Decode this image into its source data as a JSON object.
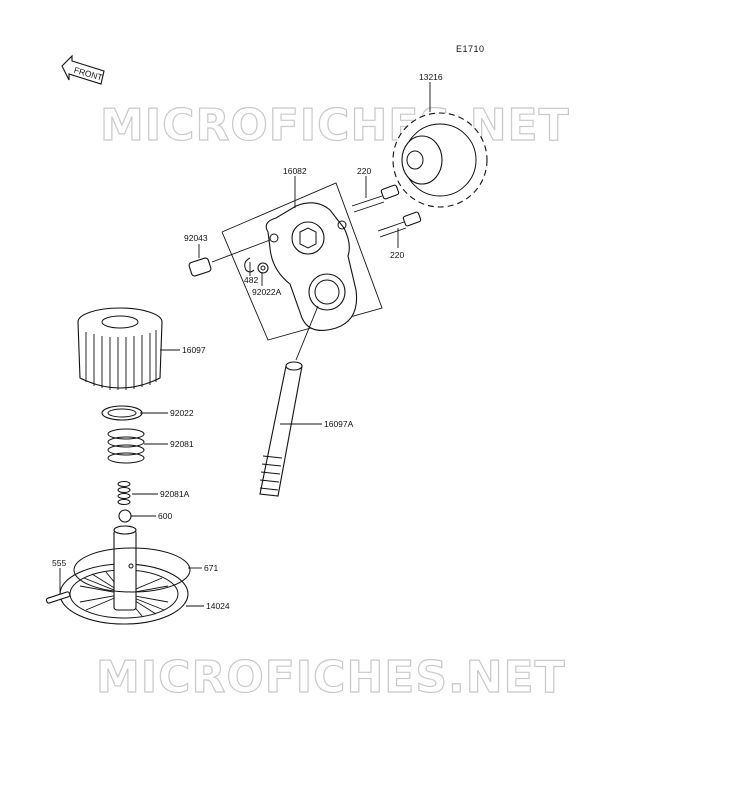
{
  "diagram": {
    "code": "E1710",
    "front_label": "FRONT",
    "watermark_text": "MICROFICHES.NET",
    "parts": {
      "p13216": "13216",
      "p16082": "16082",
      "p220a": "220",
      "p220b": "220",
      "p92043": "92043",
      "p482": "482",
      "p92022A": "92022A",
      "p16097": "16097",
      "p16097A": "16097A",
      "p92022": "92022",
      "p92081": "92081",
      "p92081A": "92081A",
      "p600": "600",
      "p555": "555",
      "p671": "671",
      "p14024": "14024"
    }
  }
}
